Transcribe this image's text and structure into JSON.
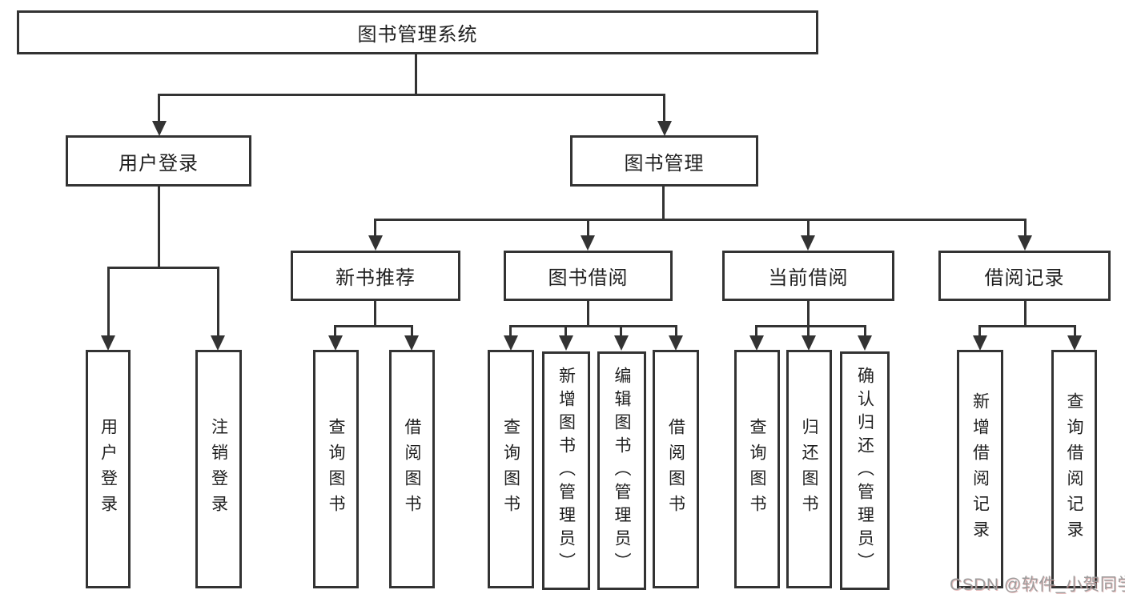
{
  "diagram": {
    "title": "图书管理系统",
    "root": {
      "label": "图书管理系统"
    },
    "level2": [
      {
        "label": "用户登录"
      },
      {
        "label": "图书管理"
      }
    ],
    "level3": [
      {
        "label": "新书推荐"
      },
      {
        "label": "图书借阅"
      },
      {
        "label": "当前借阅"
      },
      {
        "label": "借阅记录"
      }
    ],
    "leaves": [
      {
        "label": "用户登录",
        "parent": "用户登录"
      },
      {
        "label": "注销登录",
        "parent": "用户登录"
      },
      {
        "label": "查询图书",
        "parent": "新书推荐"
      },
      {
        "label": "借阅图书",
        "parent": "新书推荐"
      },
      {
        "label": "查询图书",
        "parent": "图书借阅"
      },
      {
        "label": "新增图书（管理员）",
        "parent": "图书借阅"
      },
      {
        "label": "编辑图书（管理员）",
        "parent": "图书借阅"
      },
      {
        "label": "借阅图书",
        "parent": "图书借阅"
      },
      {
        "label": "查询图书",
        "parent": "当前借阅"
      },
      {
        "label": "归还图书",
        "parent": "当前借阅"
      },
      {
        "label": "确认归还（管理员）",
        "parent": "当前借阅"
      },
      {
        "label": "新增借阅记录",
        "parent": "借阅记录"
      },
      {
        "label": "查询借阅记录",
        "parent": "借阅记录"
      }
    ]
  },
  "watermark": {
    "text": "CSDN @软件_小贺同学"
  },
  "colors": {
    "line": "#333333",
    "text": "#1f1f1f",
    "background": "#ffffff",
    "watermark": "#9c9c9c"
  }
}
